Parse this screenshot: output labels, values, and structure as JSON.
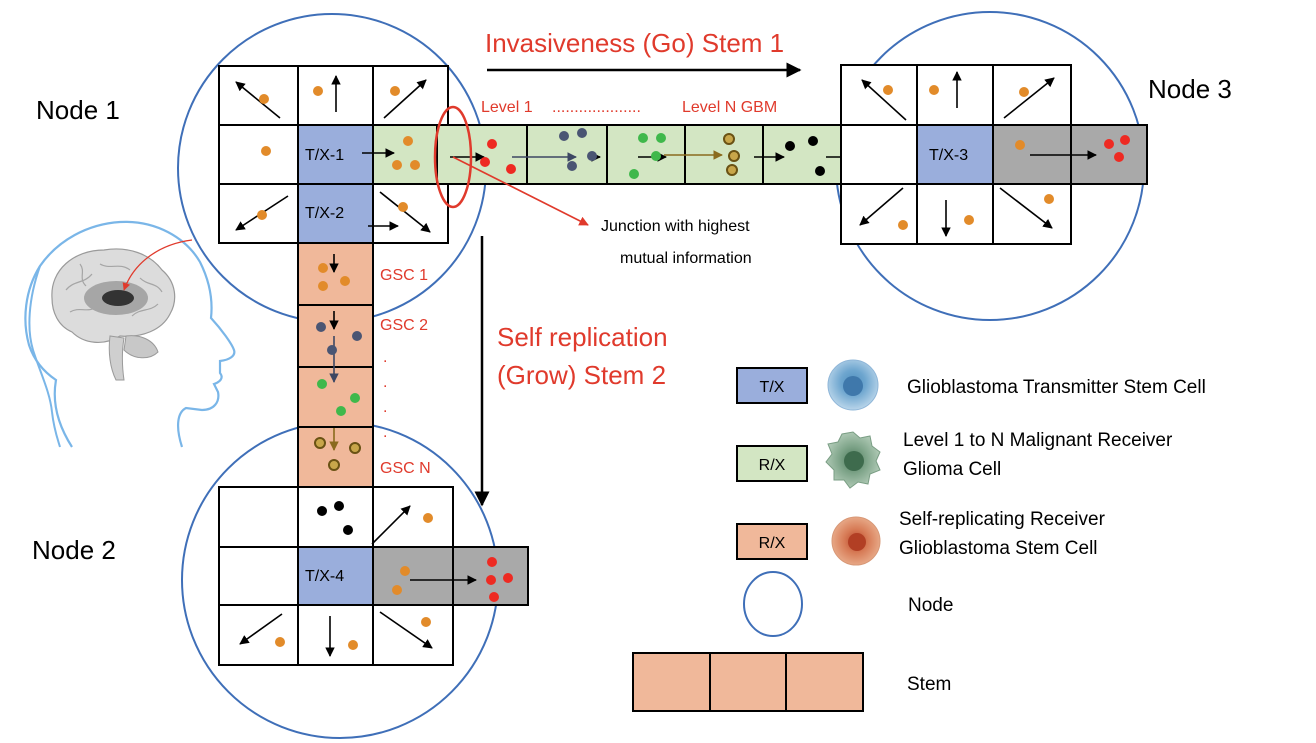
{
  "nodes": {
    "node1": "Node 1",
    "node2": "Node 2",
    "node3": "Node 3"
  },
  "stems": {
    "stem1": "Invasiveness (Go) Stem 1",
    "stem2_line1": "Self replication",
    "stem2_line2": "(Grow) Stem 2"
  },
  "levels": {
    "level1": "Level 1",
    "dots": "....................",
    "levelN": "Level N GBM"
  },
  "cell_labels": {
    "tx1": "T/X-1",
    "tx2": "T/X-2",
    "tx3": "T/X-3",
    "tx4": "T/X-4"
  },
  "gsc_labels": {
    "gsc1": "GSC 1",
    "gsc2": "GSC 2",
    "gscN": "GSC N",
    "dot": "."
  },
  "junction": {
    "line1": "Junction with highest",
    "line2": "mutual information"
  },
  "legend": {
    "tx_box": "T/X",
    "rx_green_box": "R/X",
    "rx_orange_box": "R/X",
    "tx_desc": "Glioblastoma Transmitter Stem Cell",
    "rx_green_desc_1": "Level 1 to N Malignant Receiver",
    "rx_green_desc_2": "Glioma Cell",
    "rx_orange_desc_1": "Self-replicating Receiver",
    "rx_orange_desc_2": "Glioblastoma Stem Cell",
    "node_desc": "Node",
    "stem_desc": "Stem"
  },
  "colors": {
    "tx_blue": "#9aaedc",
    "rx_green": "#d3e6c3",
    "rx_orange": "#f0b89a",
    "gray_cell": "#a9a9a9",
    "node_circle": "#3f6fb8",
    "label_red": "#e03a2c",
    "dot_orange": "#e28b2a",
    "dot_red": "#ee2a22",
    "dot_navy": "#4a5573",
    "dot_green": "#3fb84b",
    "dot_olive": "#9b8a2a",
    "dot_black": "#000000"
  }
}
